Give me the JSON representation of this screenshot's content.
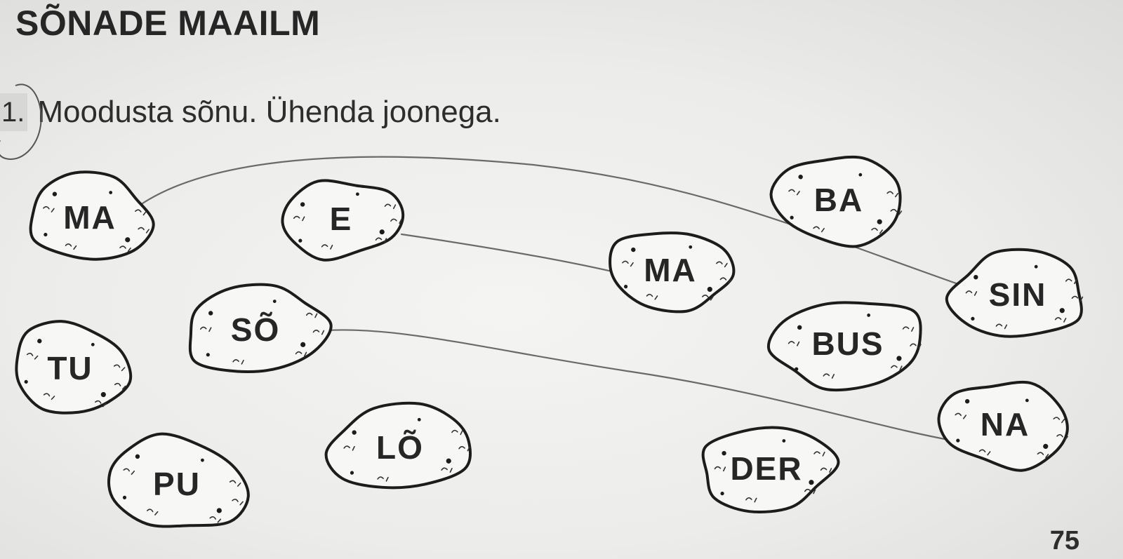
{
  "header": {
    "title": "SÕNADE MAAILM"
  },
  "task": {
    "number": "1.",
    "instruction": "Moodusta sõnu. Ühenda joonega."
  },
  "stones": [
    {
      "id": "ma-left",
      "label": "MA"
    },
    {
      "id": "e",
      "label": "E"
    },
    {
      "id": "ma-middle",
      "label": "MA"
    },
    {
      "id": "ba",
      "label": "BA"
    },
    {
      "id": "sin",
      "label": "SIN"
    },
    {
      "id": "so",
      "label": "SÕ"
    },
    {
      "id": "tu",
      "label": "TU"
    },
    {
      "id": "bus",
      "label": "BUS"
    },
    {
      "id": "na",
      "label": "NA"
    },
    {
      "id": "lo",
      "label": "LÕ"
    },
    {
      "id": "pu",
      "label": "PU"
    },
    {
      "id": "der",
      "label": "DER"
    }
  ],
  "connections": [
    {
      "from": "ma-left",
      "to": "sin"
    },
    {
      "from": "e",
      "to": "ma-middle"
    },
    {
      "from": "so",
      "to": "na"
    }
  ],
  "page_number": "75"
}
